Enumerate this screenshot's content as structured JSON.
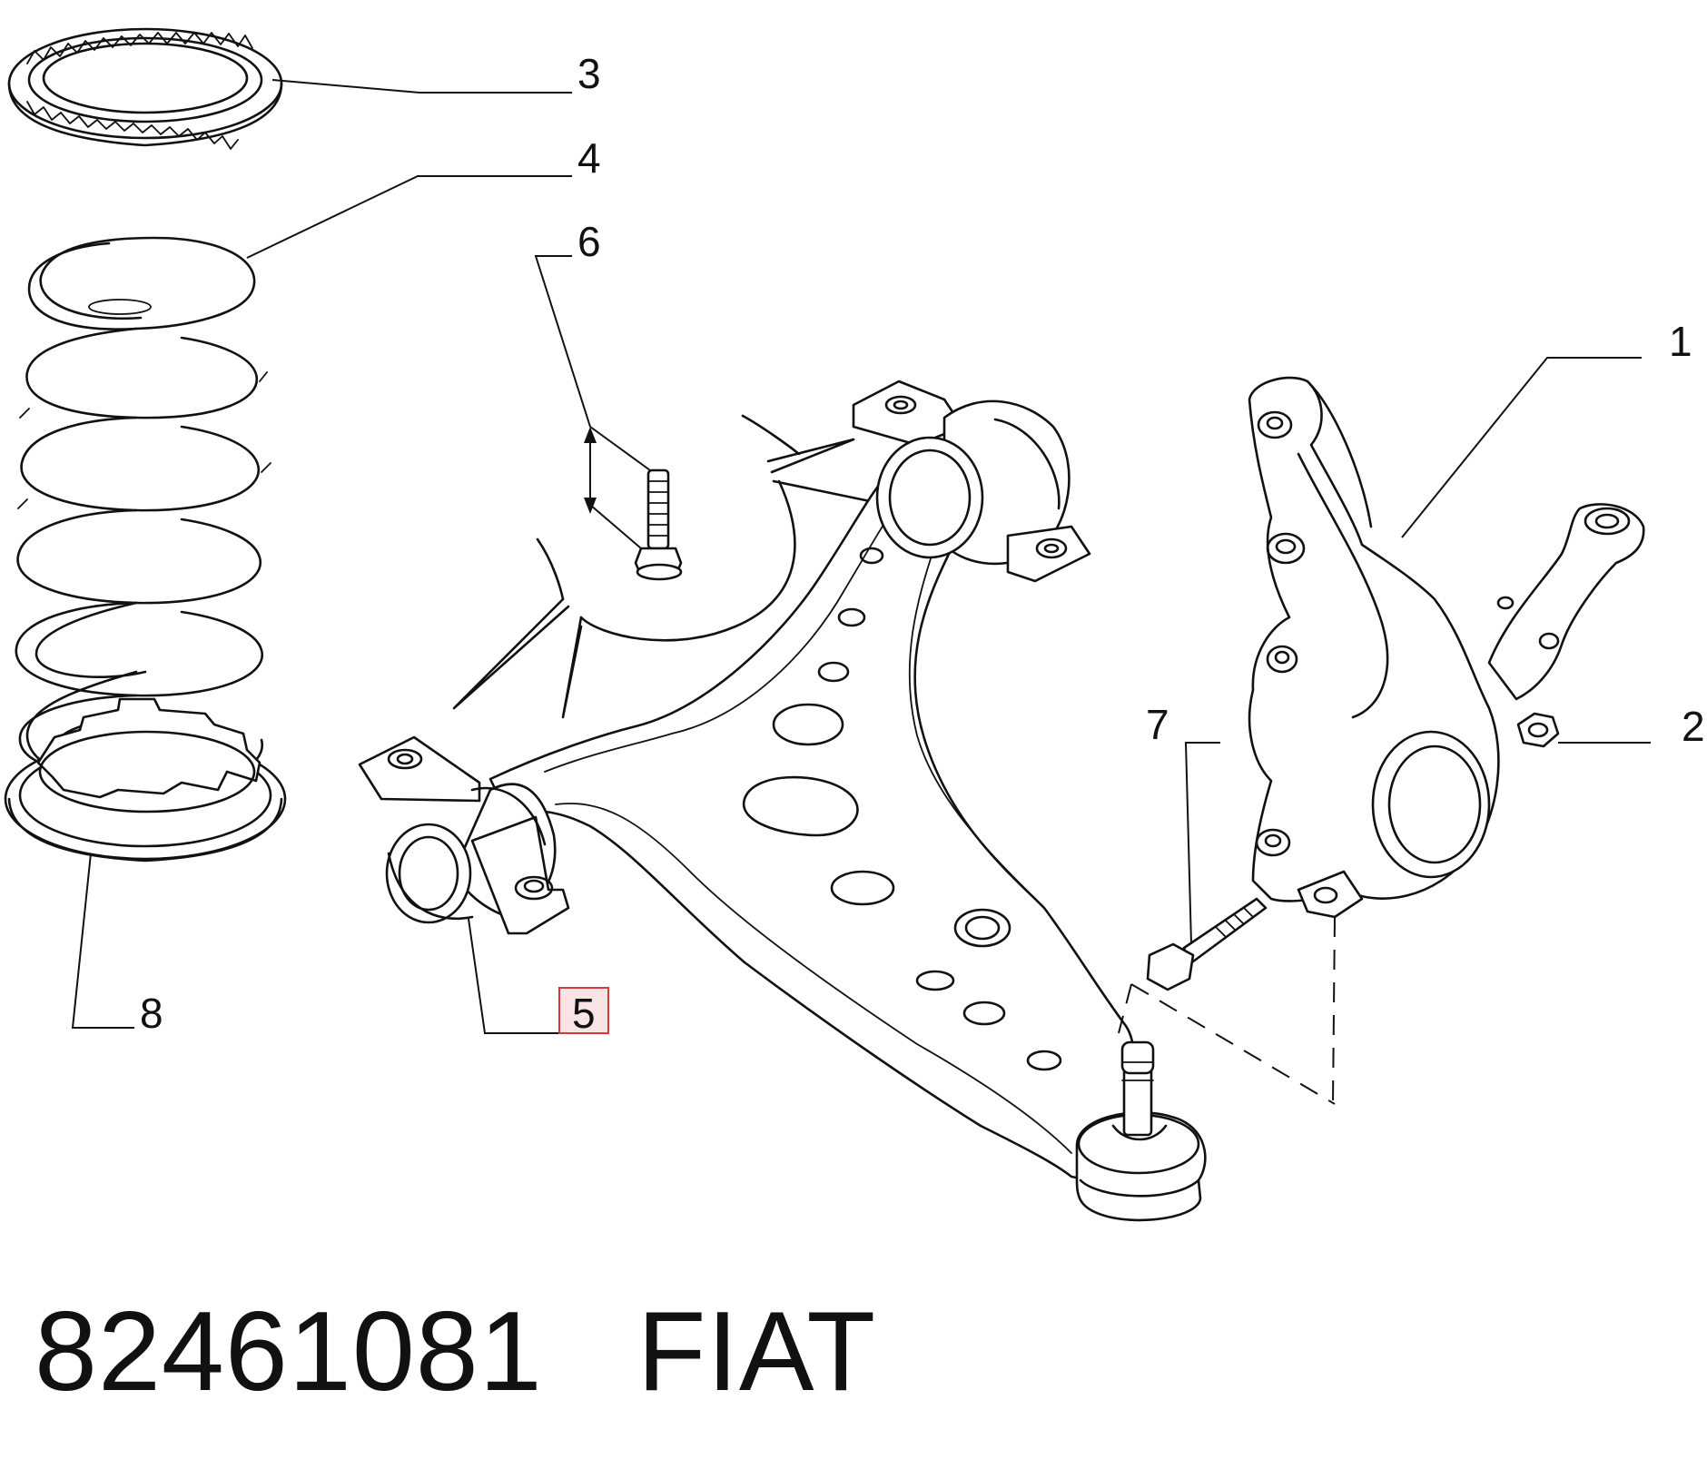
{
  "callouts": {
    "c1": "1",
    "c2": "2",
    "c3": "3",
    "c4": "4",
    "c5": "5",
    "c6": "6",
    "c7": "7",
    "c8": "8"
  },
  "highlighted_callout": "5",
  "highlight_color": "#d23a3a",
  "footer": {
    "part_number": "82461081",
    "brand": "FIAT"
  }
}
